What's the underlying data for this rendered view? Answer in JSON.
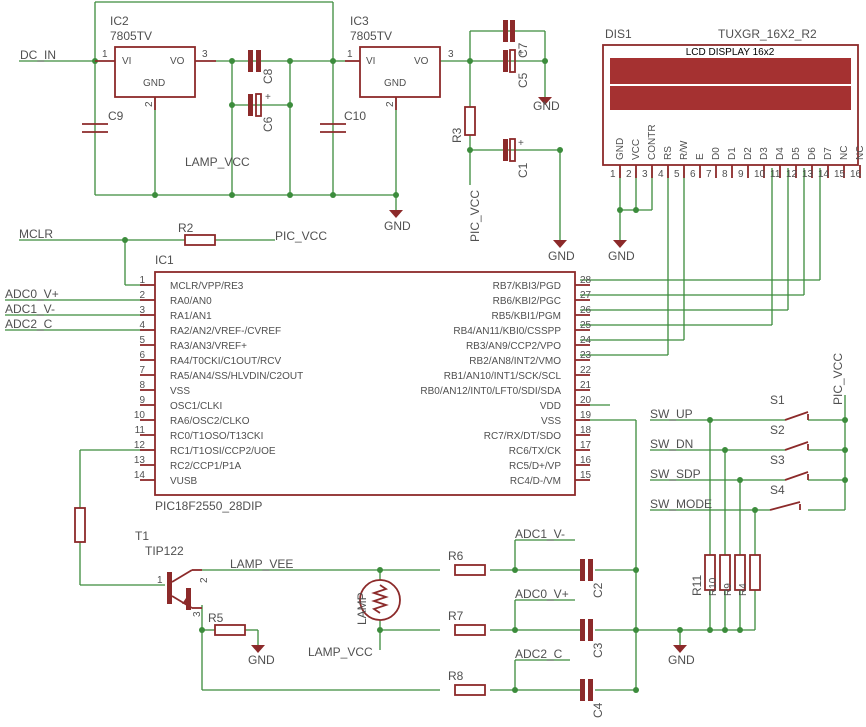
{
  "ic2": {
    "name": "IC2",
    "value": "7805TV",
    "vi": "VI",
    "vo": "VO",
    "gnd": "GND",
    "p1": "1",
    "p2": "2",
    "p3": "3"
  },
  "ic3": {
    "name": "IC3",
    "value": "7805TV",
    "vi": "VI",
    "vo": "VO",
    "gnd": "GND",
    "p1": "1",
    "p2": "2",
    "p3": "3"
  },
  "caps": {
    "c1": "C1",
    "c2": "C2",
    "c3": "C3",
    "c4": "C4",
    "c5": "C5",
    "c6": "C6",
    "c7": "C7",
    "c8": "C8",
    "c9": "C9",
    "c10": "C10"
  },
  "res": {
    "r2": "R2",
    "r3": "R3",
    "r5": "R5",
    "r6": "R6",
    "r7": "R7",
    "r8": "R8",
    "r9": "R9",
    "r10": "R10",
    "r11": "R11",
    "r4": "R4"
  },
  "nets": {
    "dc_in": "DC_IN",
    "lamp_vcc_top": "LAMP_VCC",
    "pic_vcc_mid": "PIC_VCC",
    "mclr": "MCLR",
    "pic_vcc_r2": "PIC_VCC",
    "adc0": "ADC0_V+",
    "adc1": "ADC1_V-",
    "adc2": "ADC2_C",
    "lamp_vee": "LAMP_VEE",
    "lamp_vcc_bottom": "LAMP_VCC",
    "adc1_b": "ADC1_V-",
    "adc0_b": "ADC0_V+",
    "adc2_b": "ADC2_C",
    "sw_up": "SW_UP",
    "sw_dn": "SW_DN",
    "sw_sdp": "SW_SDP",
    "sw_mode": "SW_MODE",
    "pic_vcc_right": "PIC_VCC"
  },
  "gnd": "GND",
  "plus": "+",
  "dis1": {
    "name": "DIS1",
    "value": "TUXGR_16X2_R2",
    "title": "LCD DISPLAY 16x2",
    "pins": [
      "GND",
      "VCC",
      "CONTR",
      "RS",
      "R/W",
      "E",
      "D0",
      "D1",
      "D2",
      "D3",
      "D4",
      "D5",
      "D6",
      "D7",
      "NC",
      "NC"
    ],
    "nums": [
      "1",
      "2",
      "3",
      "4",
      "5",
      "6",
      "7",
      "8",
      "9",
      "10",
      "11",
      "12",
      "13",
      "14",
      "15",
      "16"
    ]
  },
  "ic1": {
    "name": "IC1",
    "value": "PIC18F2550_28DIP",
    "left_pins": [
      {
        "num": "1",
        "label": "MCLR/VPP/RE3"
      },
      {
        "num": "2",
        "label": "RA0/AN0"
      },
      {
        "num": "3",
        "label": "RA1/AN1"
      },
      {
        "num": "4",
        "label": "RA2/AN2/VREF-/CVREF"
      },
      {
        "num": "5",
        "label": "RA3/AN3/VREF+"
      },
      {
        "num": "6",
        "label": "RA4/T0CKI/C1OUT/RCV"
      },
      {
        "num": "7",
        "label": "RA5/AN4/SS/HLVDIN/C2OUT"
      },
      {
        "num": "8",
        "label": "VSS"
      },
      {
        "num": "9",
        "label": "OSC1/CLKI"
      },
      {
        "num": "10",
        "label": "RA6/OSC2/CLKO"
      },
      {
        "num": "11",
        "label": "RC0/T1OSO/T13CKI"
      },
      {
        "num": "12",
        "label": "RC1/T1OSI/CCP2/UOE"
      },
      {
        "num": "13",
        "label": "RC2/CCP1/P1A"
      },
      {
        "num": "14",
        "label": "VUSB"
      }
    ],
    "right_pins": [
      {
        "num": "28",
        "label": "RB7/KBI3/PGD"
      },
      {
        "num": "27",
        "label": "RB6/KBI2/PGC"
      },
      {
        "num": "26",
        "label": "RB5/KBI1/PGM"
      },
      {
        "num": "25",
        "label": "RB4/AN11/KBI0/CSSPP"
      },
      {
        "num": "24",
        "label": "RB3/AN9/CCP2/VPO"
      },
      {
        "num": "23",
        "label": "RB2/AN8/INT2/VMO"
      },
      {
        "num": "22",
        "label": "RB1/AN10/INT1/SCK/SCL"
      },
      {
        "num": "21",
        "label": "RB0/AN12/INT0/LFT0/SDI/SDA"
      },
      {
        "num": "20",
        "label": "VDD"
      },
      {
        "num": "19",
        "label": "VSS"
      },
      {
        "num": "18",
        "label": "RC7/RX/DT/SDO"
      },
      {
        "num": "17",
        "label": "RC6/TX/CK"
      },
      {
        "num": "16",
        "label": "RC5/D+/VP"
      },
      {
        "num": "15",
        "label": "RC4/D-/VM"
      }
    ]
  },
  "t1": {
    "name": "T1",
    "value": "TIP122",
    "p1": "1",
    "p2": "2",
    "p3": "3"
  },
  "lamp": "LAMP",
  "switches": [
    "S1",
    "S2",
    "S3",
    "S4"
  ]
}
